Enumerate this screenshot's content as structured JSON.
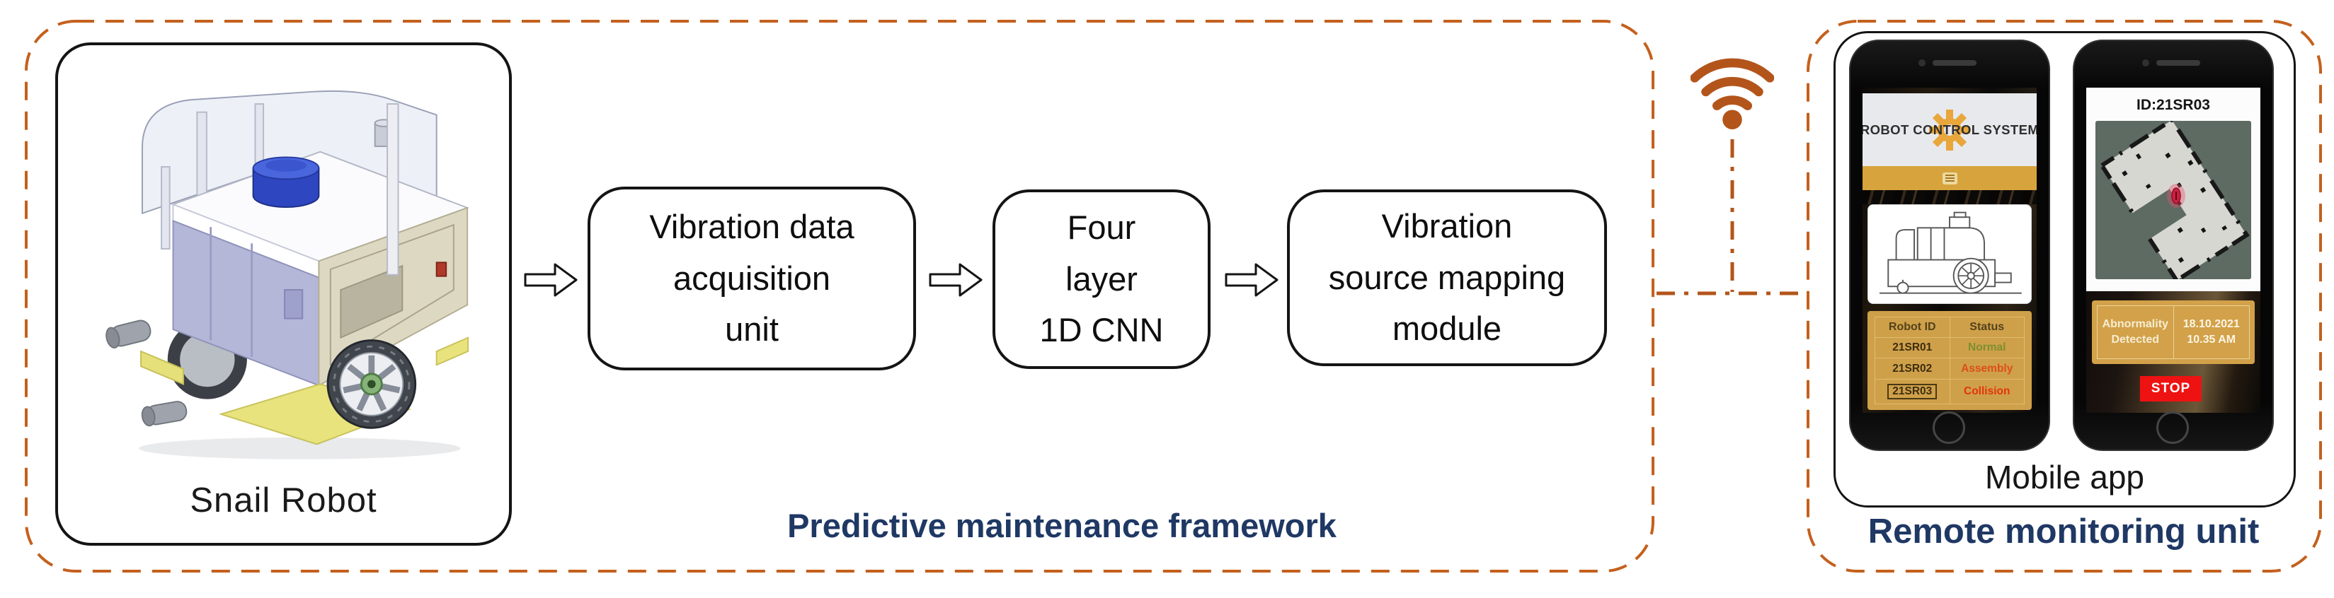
{
  "framework": {
    "label": "Predictive maintenance framework",
    "robot_label": "Snail Robot",
    "boxes": [
      {
        "lines": [
          "Vibration data",
          "acquisition",
          "unit"
        ]
      },
      {
        "lines": [
          "Four",
          "layer",
          "1D CNN"
        ]
      },
      {
        "lines": [
          "Vibration",
          "source mapping",
          "module"
        ]
      }
    ]
  },
  "monitoring": {
    "label": "Remote monitoring unit",
    "mobile_app_label": "Mobile app",
    "phone1": {
      "header_title": "ROBOT CONTROL SYSTEM",
      "table": {
        "headers": [
          "Robot ID",
          "Status"
        ],
        "rows": [
          {
            "id": "21SR01",
            "status": "Normal"
          },
          {
            "id": "21SR02",
            "status": "Assembly"
          },
          {
            "id": "21SR03",
            "status": "Collision"
          }
        ]
      }
    },
    "phone2": {
      "title": "ID:21SR03",
      "alert": {
        "lines": [
          "Abnormality",
          "Detected"
        ],
        "date": "18.10.2021",
        "time": "10.35 AM"
      },
      "stop_label": "STOP"
    }
  },
  "icons": {
    "wifi": "wifi-icon",
    "gear": "gear-icon",
    "menu": "menu-icon",
    "flow_arrow": "flow-arrow-icon",
    "speaker": "speaker-slit",
    "home": "home-button"
  },
  "colors": {
    "dashed_border": "#C4601D",
    "wifi_orange": "#B3551B",
    "navy_label": "#1F3864",
    "gold_bar": "#D7A33C",
    "gold_panel": "#D2A149",
    "status_normal": "#7D8F2E",
    "status_assembly": "#DD4E1A",
    "status_collision": "#E2340C",
    "stop_red": "#EE1212"
  }
}
